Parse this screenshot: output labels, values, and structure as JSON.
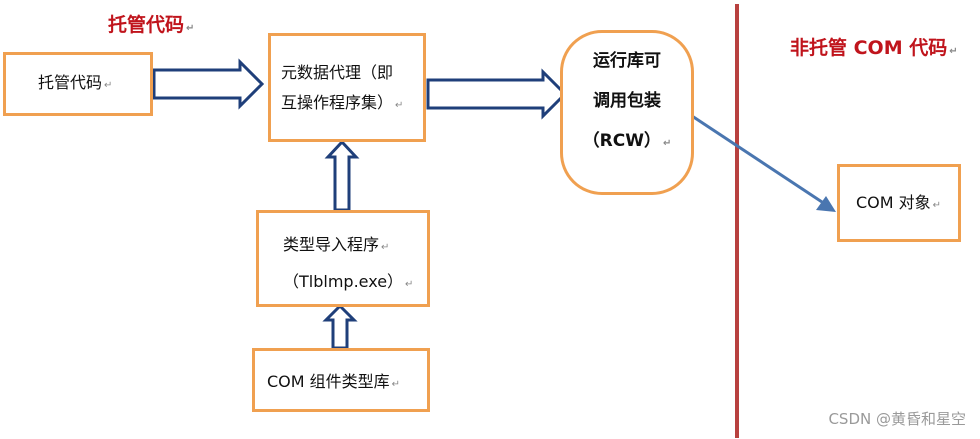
{
  "headings": {
    "managed": "托管代码",
    "unmanaged": "非托管 COM 代码"
  },
  "boxes": {
    "managed_code": {
      "line1": "托管代码"
    },
    "metadata_proxy": {
      "line1": "元数据代理（即",
      "line2": "互操作程序集）"
    },
    "rcw": {
      "line1": "运行库可",
      "line2": "调用包装",
      "line3": "（RCW）"
    },
    "type_importer": {
      "line1": "类型导入程序",
      "line2": "（Tlblmp.exe）"
    },
    "com_type_library": {
      "line1": "COM 组件类型库"
    },
    "com_object": {
      "line1": "COM 对象"
    }
  },
  "paragraph_mark": "↵",
  "watermark": "CSDN @黄昏和星空",
  "colors": {
    "heading_red": "#c0141c",
    "box_border": "#f0a050",
    "divider": "#b8413f",
    "arrow_outline": "#1f3f7a",
    "arrow_line": "#4a76b0"
  }
}
